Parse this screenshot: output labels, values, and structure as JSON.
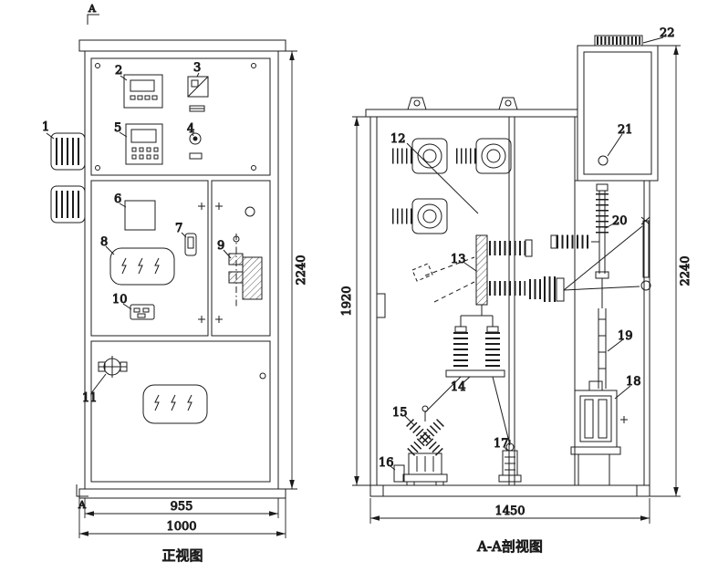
{
  "colors": {
    "ink": "#1c1c1c",
    "paper": "#ffffff"
  },
  "front_view": {
    "caption": "正视图",
    "dim_inner_width": "955",
    "dim_outer_width": "1000",
    "dim_height": "2240",
    "section_marker_top": "A",
    "section_marker_bottom": "A"
  },
  "section_view": {
    "caption": "A-A剖视图",
    "dim_width": "1450",
    "dim_inner_height": "1920",
    "dim_outer_height": "2240"
  },
  "callouts": {
    "c1": "1",
    "c2": "2",
    "c3": "3",
    "c4": "4",
    "c5": "5",
    "c6": "6",
    "c7": "7",
    "c8": "8",
    "c9": "9",
    "c10": "10",
    "c11": "11",
    "c12": "12",
    "c13": "13",
    "c14": "14",
    "c15": "15",
    "c16": "16",
    "c17": "17",
    "c18": "18",
    "c19": "19",
    "c20": "20",
    "c21": "21",
    "c22": "22"
  }
}
